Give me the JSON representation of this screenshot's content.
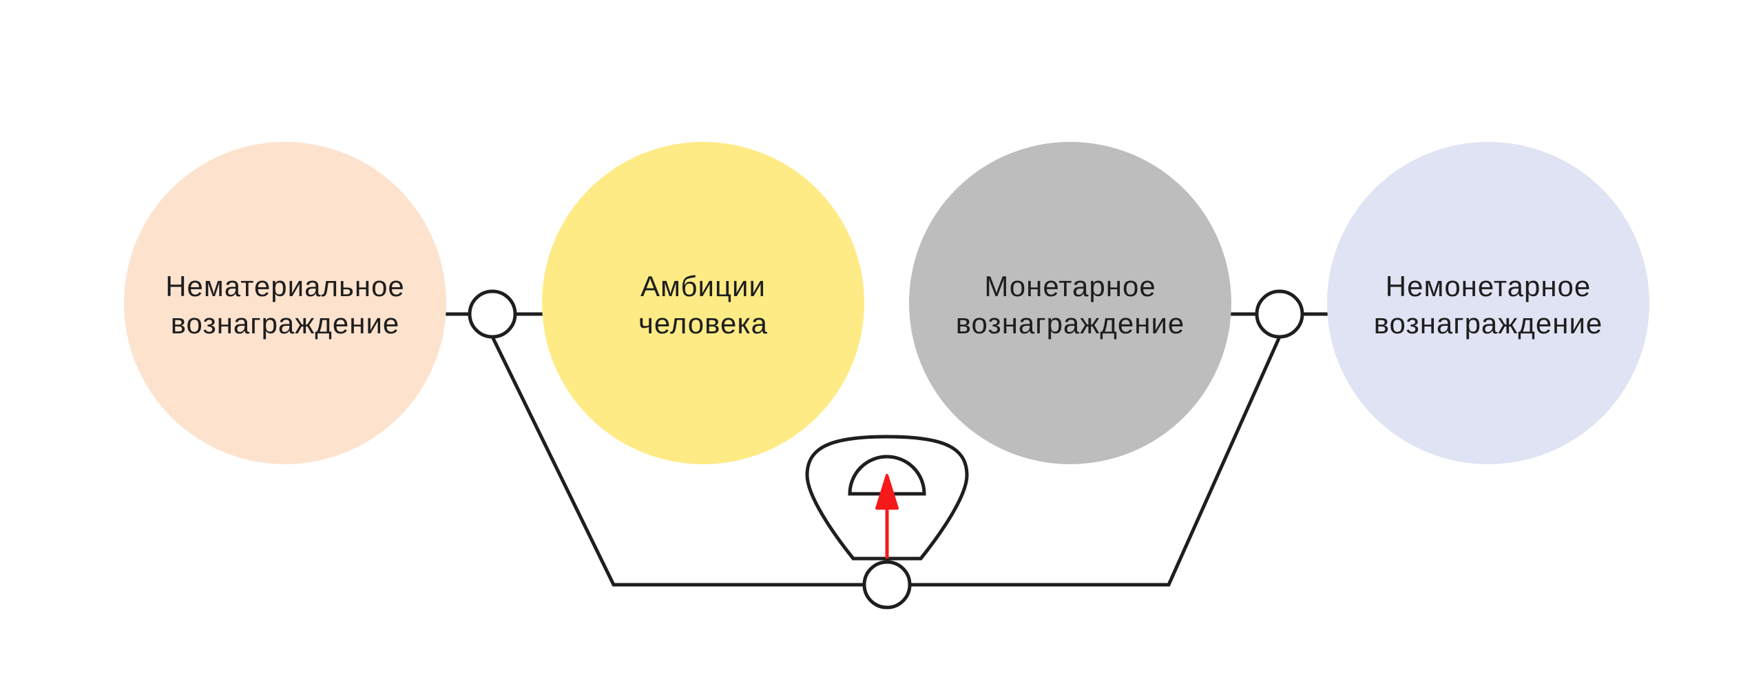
{
  "nodes": [
    {
      "line1": "Нематериальное",
      "line2": "вознаграждение",
      "color": "#FDE3CE"
    },
    {
      "line1": "Амбиции",
      "line2": "человека",
      "color": "#FEEB85"
    },
    {
      "line1": "Монетарное",
      "line2": "вознаграждение",
      "color": "#BDBDBD"
    },
    {
      "line1": "Немонетарное",
      "line2": "вознаграждение",
      "color": "#DFE3F3"
    }
  ],
  "colors": {
    "line": "#1e1e1e",
    "arrow": "#F5191A"
  },
  "icons": [
    "gauge-icon",
    "arrow-up-icon"
  ]
}
